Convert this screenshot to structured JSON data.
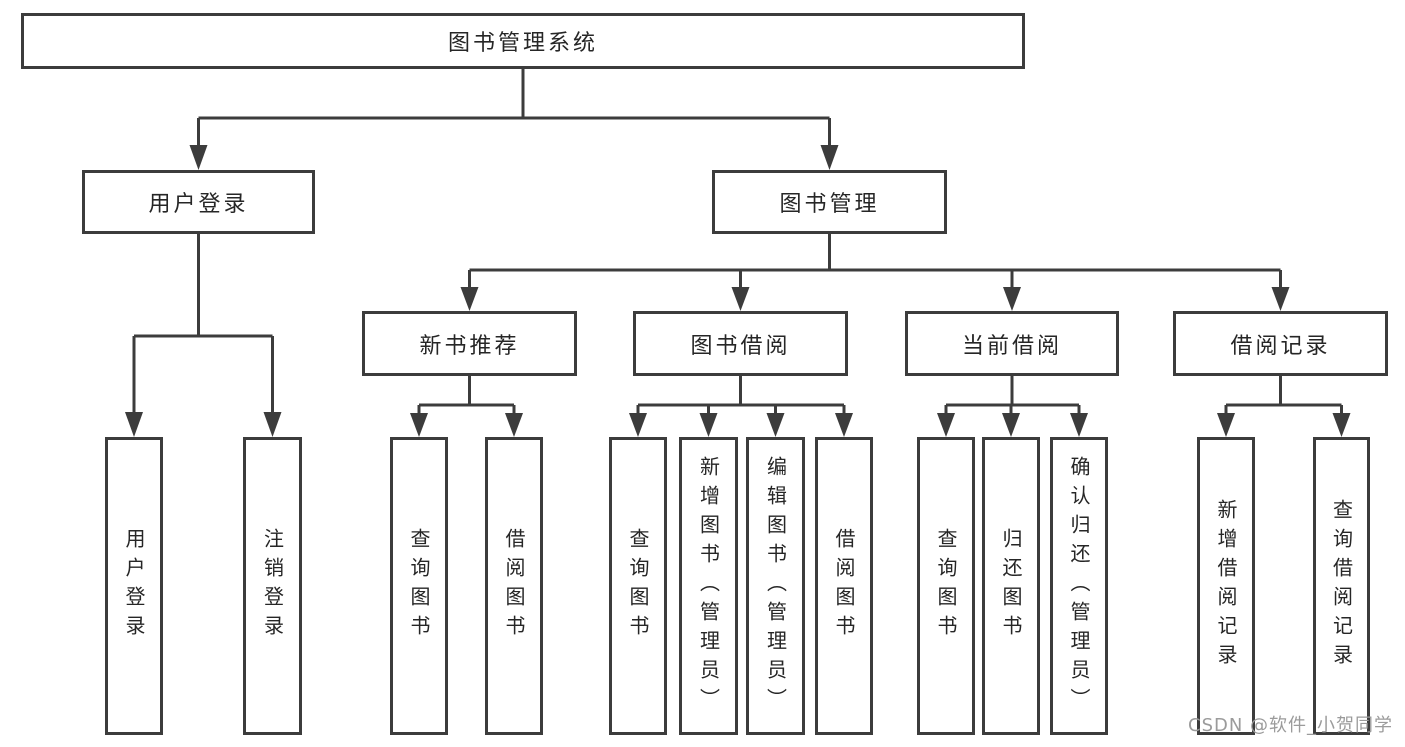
{
  "diagram": {
    "root": {
      "label": "图书管理系统"
    },
    "branches": [
      {
        "label": "用户登录",
        "children": [
          {
            "label": "用户登录"
          },
          {
            "label": "注销登录"
          }
        ]
      },
      {
        "label": "图书管理",
        "children": [
          {
            "label": "新书推荐",
            "children": [
              {
                "label": "查询图书"
              },
              {
                "label": "借阅图书"
              }
            ]
          },
          {
            "label": "图书借阅",
            "children": [
              {
                "label": "查询图书"
              },
              {
                "label": "新增图书（管理员）"
              },
              {
                "label": "编辑图书（管理员）"
              },
              {
                "label": "借阅图书"
              }
            ]
          },
          {
            "label": "当前借阅",
            "children": [
              {
                "label": "查询图书"
              },
              {
                "label": "归还图书"
              },
              {
                "label": "确认归还（管理员）"
              }
            ]
          },
          {
            "label": "借阅记录",
            "children": [
              {
                "label": "新增借阅记录"
              },
              {
                "label": "查询借阅记录"
              }
            ]
          }
        ]
      }
    ]
  },
  "watermark": {
    "text": "CSDN @软件_小贺同学"
  },
  "colors": {
    "line": "#3c3c3c",
    "text": "#262626",
    "watermark": "#9b9b9b",
    "background": "#ffffff"
  }
}
